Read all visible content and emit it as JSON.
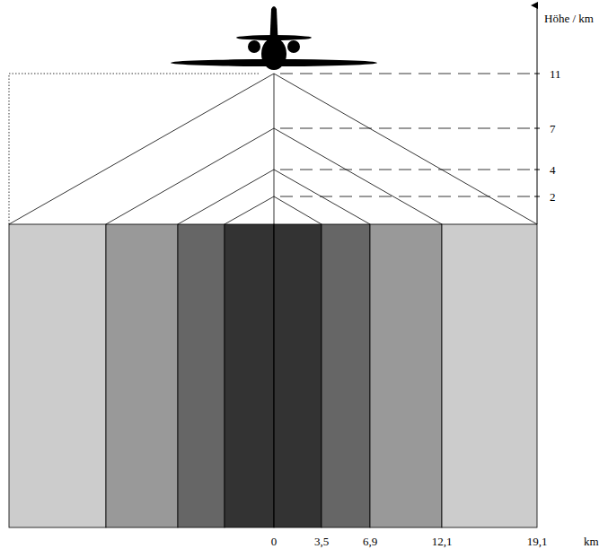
{
  "diagram": {
    "labels": [
      "Höhe / km",
      "11",
      "7",
      "4",
      "2",
      "0",
      "3,5",
      "6,9",
      "12,1",
      "19,1",
      "km"
    ]
  }
}
